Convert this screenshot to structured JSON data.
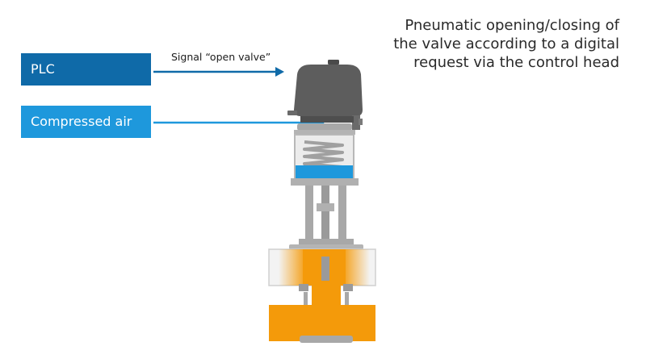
{
  "labels": {
    "plc": "PLC",
    "compressed_air": "Compressed air",
    "signal": "Signal “open valve”"
  },
  "caption": {
    "line1": "Pneumatic opening/closing of",
    "line2": "the valve according to a digital",
    "line3": "request via the control head"
  },
  "colors": {
    "plc_blue": "#0f6aa8",
    "air_blue": "#1e98dc",
    "fluid_orange": "#f49a0a",
    "control_head": "#5d5d5d",
    "metal_gray": "#a8a8a8"
  }
}
